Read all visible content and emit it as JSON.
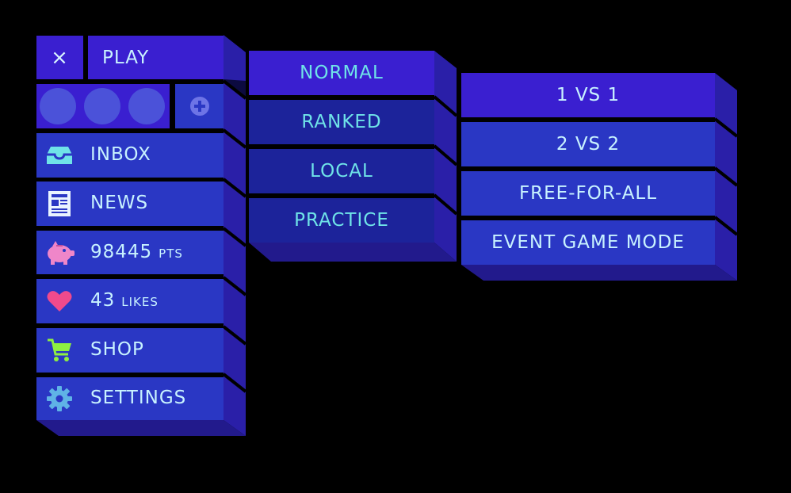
{
  "main_menu": {
    "close_label": "×",
    "play_label": "PLAY",
    "items": [
      {
        "label": "INBOX",
        "icon": "inbox-icon"
      },
      {
        "label": "NEWS",
        "icon": "newspaper-icon"
      },
      {
        "value": "98445",
        "unit": "PTS",
        "icon": "piggy-bank-icon"
      },
      {
        "value": "43",
        "unit": "LIKES",
        "icon": "heart-icon"
      },
      {
        "label": "SHOP",
        "icon": "cart-icon"
      },
      {
        "label": "SETTINGS",
        "icon": "gear-icon"
      }
    ]
  },
  "play_submenu": {
    "items": [
      {
        "label": "NORMAL"
      },
      {
        "label": "RANKED"
      },
      {
        "label": "LOCAL"
      },
      {
        "label": "PRACTICE"
      }
    ]
  },
  "mode_submenu": {
    "items": [
      {
        "label": "1 VS 1"
      },
      {
        "label": "2 VS 2"
      },
      {
        "label": "FREE-FOR-ALL"
      },
      {
        "label": "EVENT GAME MODE"
      }
    ]
  },
  "colors": {
    "face": "#2a37c4",
    "face_dark": "#1c239a",
    "highlight": "#3a1fd0",
    "text": "#c8f2ff",
    "accent_pink": "#f04a8c",
    "accent_green": "#8ef041",
    "accent_cyan": "#6fe3e8"
  }
}
